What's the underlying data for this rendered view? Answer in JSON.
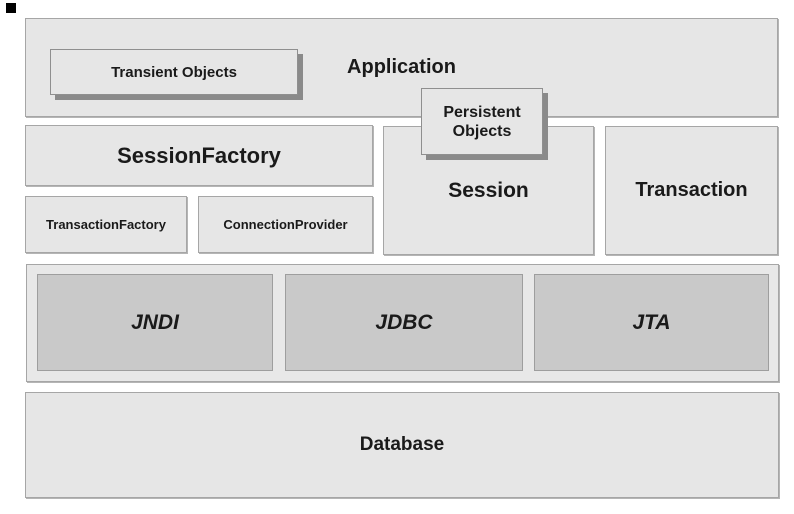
{
  "colors": {
    "background": "#ffffff",
    "box_fill": "#e6e6e6",
    "box_border": "#a6a6a6",
    "inner_box_fill": "#c9c9c9",
    "inner_box_border": "#9e9e9e",
    "shadow": "#8a8a8a",
    "text": "#1a1a1a",
    "corner_mark": "#000000"
  },
  "nodes": {
    "application": {
      "label": "Application"
    },
    "transient_objects": {
      "label": "Transient Objects"
    },
    "persistent_objects": {
      "label_line1": "Persistent",
      "label_line2": "Objects"
    },
    "session_factory": {
      "label": "SessionFactory"
    },
    "transaction_factory": {
      "label": "TransactionFactory"
    },
    "connection_provider": {
      "label": "ConnectionProvider"
    },
    "session": {
      "label": "Session"
    },
    "transaction": {
      "label": "Transaction"
    },
    "jndi": {
      "label": "JNDI"
    },
    "jdbc": {
      "label": "JDBC"
    },
    "jta": {
      "label": "JTA"
    },
    "database": {
      "label": "Database"
    }
  }
}
